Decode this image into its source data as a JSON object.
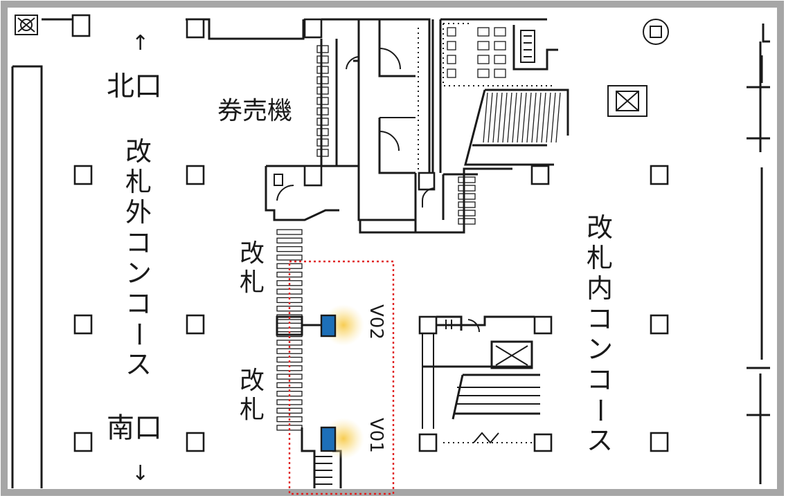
{
  "labels": {
    "north_exit": "北口",
    "south_exit": "南口",
    "ticket_machines": "券売機",
    "outside_concourse": [
      "改",
      "札",
      "外",
      "コ",
      "ン",
      "コ",
      "ー",
      "ス"
    ],
    "inside_concourse": [
      "改",
      "札",
      "内",
      "コ",
      "ン",
      "コ",
      "ー",
      "ス"
    ],
    "gate_upper": [
      "改",
      "札"
    ],
    "gate_lower": [
      "改",
      "札"
    ],
    "arrow_up": "↑",
    "arrow_down": "↓"
  },
  "devices": [
    {
      "id": "V02"
    },
    {
      "id": "V01"
    }
  ],
  "colors": {
    "frame": "#a6a6a6",
    "line": "#1a1a1a",
    "device": "#1d6fb8",
    "glow": "#f7c948",
    "highlight": "#e02020"
  }
}
